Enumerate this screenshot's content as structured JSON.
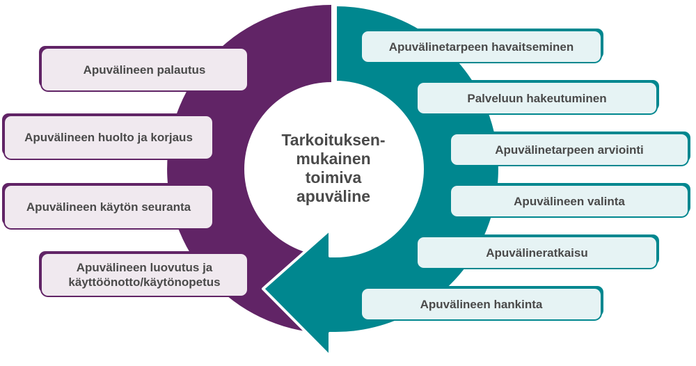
{
  "colors": {
    "purple": "#612466",
    "teal": "#00878f",
    "purple_light": "#f0e9ef",
    "teal_light": "#e6f3f4",
    "text": "#4a4a4a"
  },
  "center": {
    "lines": [
      "Tarkoituksen-",
      "mukainen",
      "toimiva",
      "apuväline"
    ]
  },
  "left_steps": [
    "Apuvälineen palautus",
    "Apuvälineen huolto ja korjaus",
    "Apuvälineen käytön seuranta",
    "Apuvälineen luovutus ja käyttöönotto/käytönopetus"
  ],
  "right_steps": [
    "Apuvälinetarpeen havaitseminen",
    "Palveluun hakeutuminen",
    "Apuvälinetarpeen arviointi",
    "Apuvälineen valinta",
    "Apuvälineratkaisu",
    "Apuvälineen hankinta"
  ]
}
